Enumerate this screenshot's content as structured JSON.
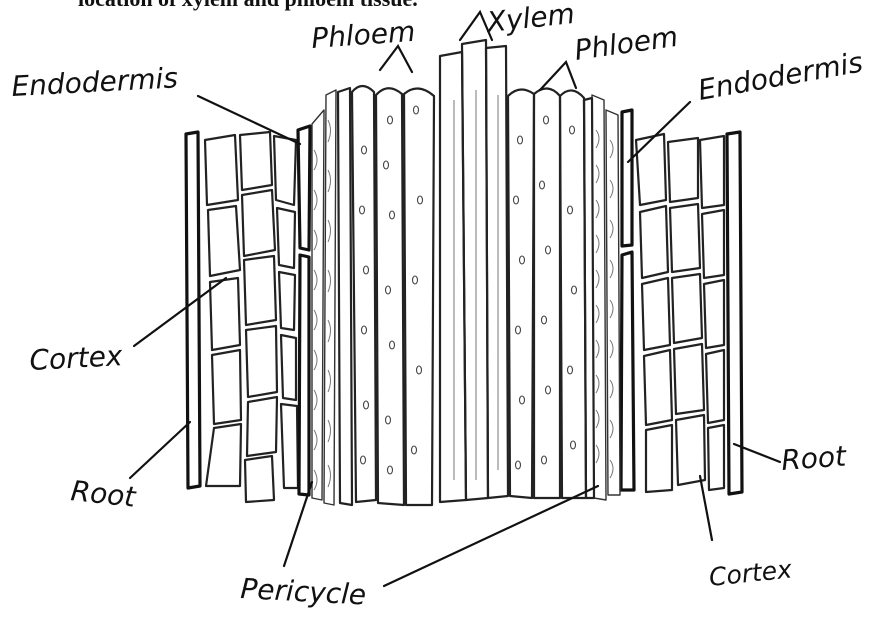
{
  "caption": "location of xylem and phloem tissue.",
  "labels": {
    "phloem_left": "Phloem",
    "xylem": "Xylem",
    "phloem_right": "Phloem",
    "endodermis_left": "Endodermis",
    "endodermis_right": "Endodermis",
    "cortex_left": "Cortex",
    "cortex_right": "Cortex",
    "root_left": "Root",
    "root_right": "Root",
    "pericycle": "Pericycle"
  }
}
